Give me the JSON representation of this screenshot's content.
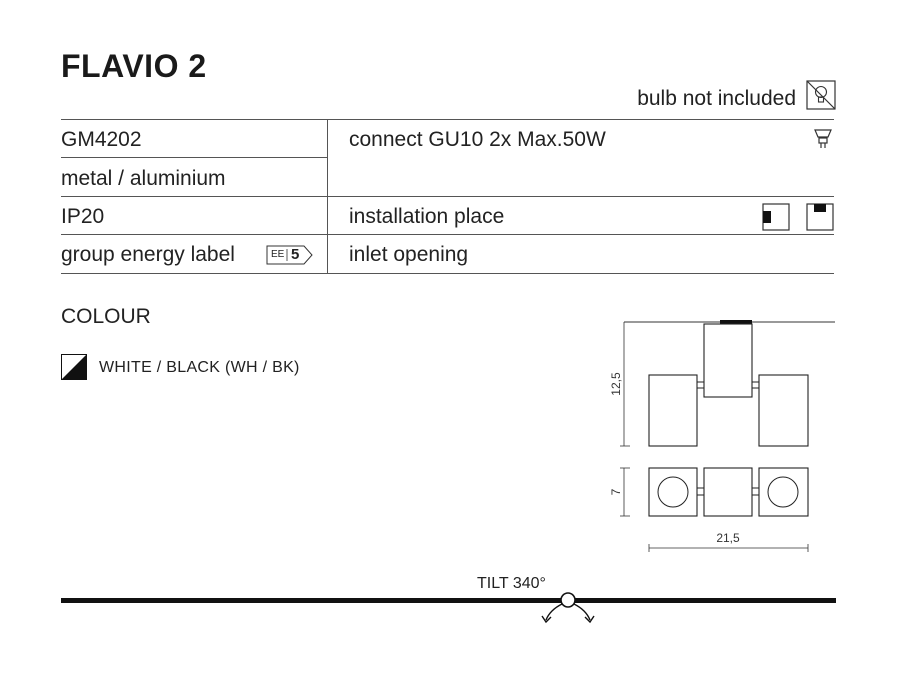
{
  "title": "FLAVIO 2",
  "bulb_note": "bulb not included",
  "specs": {
    "code": "GM4202",
    "material": "metal / aluminium",
    "ip": "IP20",
    "energy_label": "group energy label",
    "energy_badge": {
      "prefix": "EE",
      "value": "5"
    },
    "connect": "connect GU10 2x Max.50W",
    "installation": "installation place",
    "inlet": "inlet opening"
  },
  "colour": {
    "heading": "COLOUR",
    "option": "WHITE / BLACK (WH / BK)"
  },
  "dimensions": {
    "height": "12,5",
    "depth": "7",
    "width": "21,5"
  },
  "tilt": "TILT 340°",
  "icons": [
    "no-bulb-icon",
    "gu10-bulb-icon",
    "wall-mount-icon",
    "ceiling-mount-icon",
    "energy-label-icon",
    "white-black-swatch-icon",
    "tilt-arrows-icon"
  ]
}
